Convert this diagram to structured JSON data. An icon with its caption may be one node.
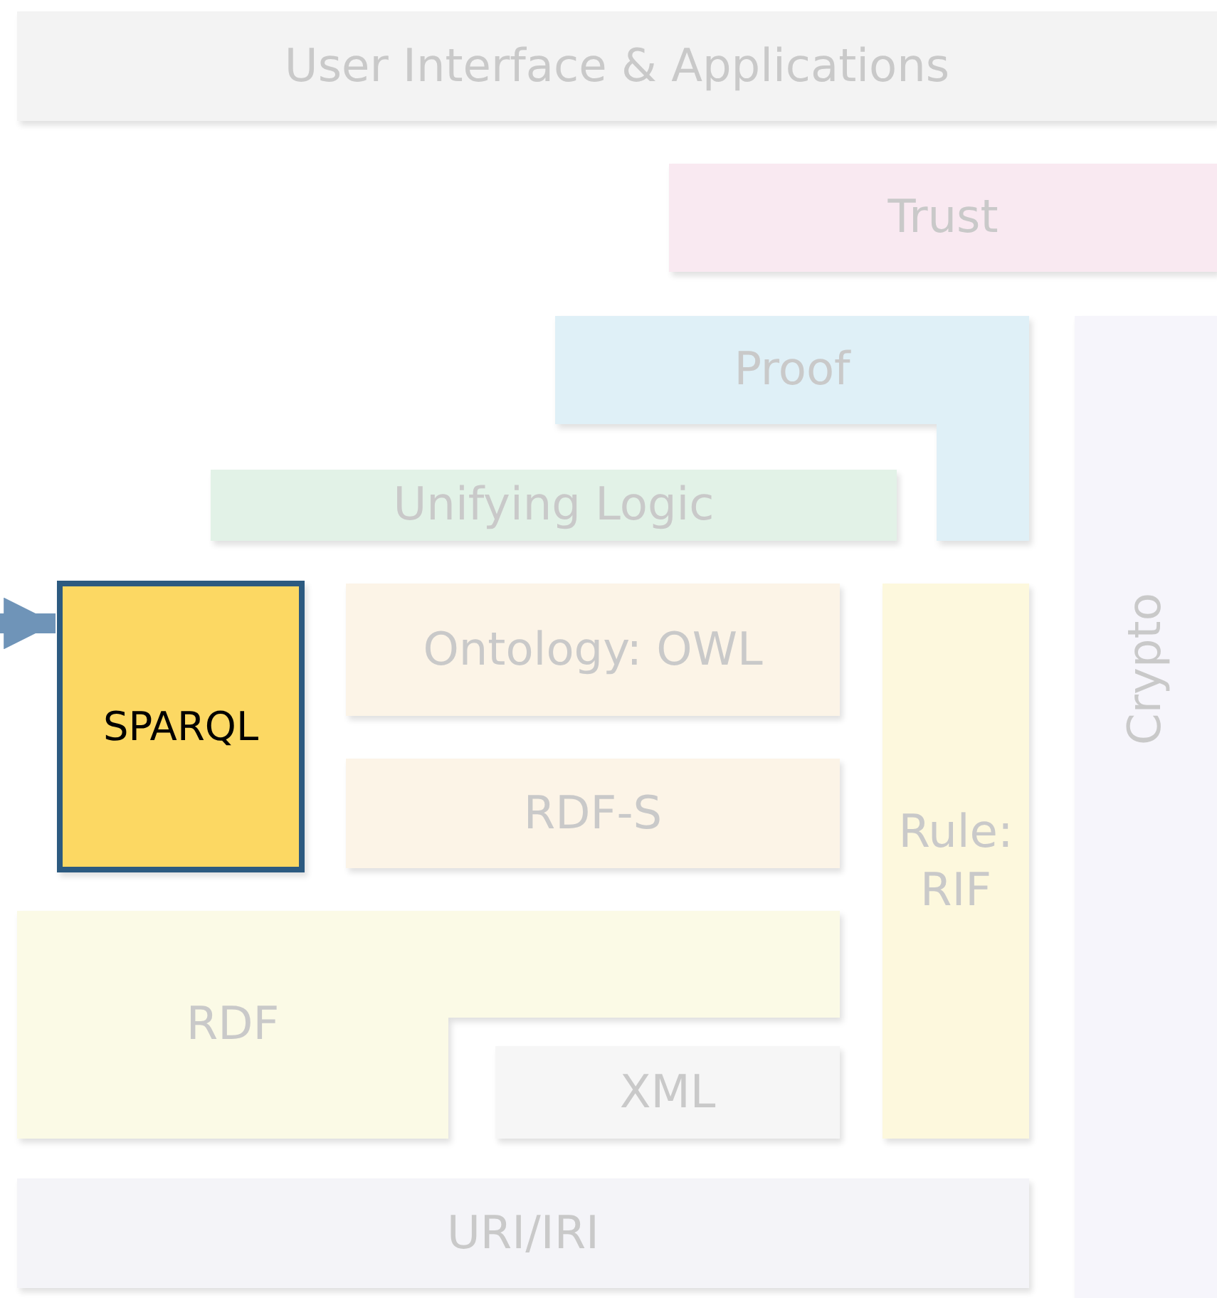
{
  "diagram": {
    "nodes": [
      {
        "text": [
          "User Interface & Applications"
        ]
      },
      {
        "text": [
          "Trust"
        ]
      },
      {
        "text": [
          "Proof"
        ]
      },
      {
        "text": [
          "Unifying Logic"
        ]
      },
      {
        "text": [
          "SPARQL"
        ]
      },
      {
        "text": [
          "Ontology: OWL"
        ]
      },
      {
        "text": [
          "RDF-S"
        ]
      },
      {
        "text": [
          "Rule: RIF"
        ]
      },
      {
        "text": [
          "Crypto"
        ]
      },
      {
        "text": [
          "RDF"
        ]
      },
      {
        "text": [
          "XML"
        ]
      },
      {
        "text": [
          "URI/IRI"
        ]
      }
    ],
    "edges": [
      {
        "from": null,
        "to": 4,
        "arrow": "to"
      }
    ]
  }
}
